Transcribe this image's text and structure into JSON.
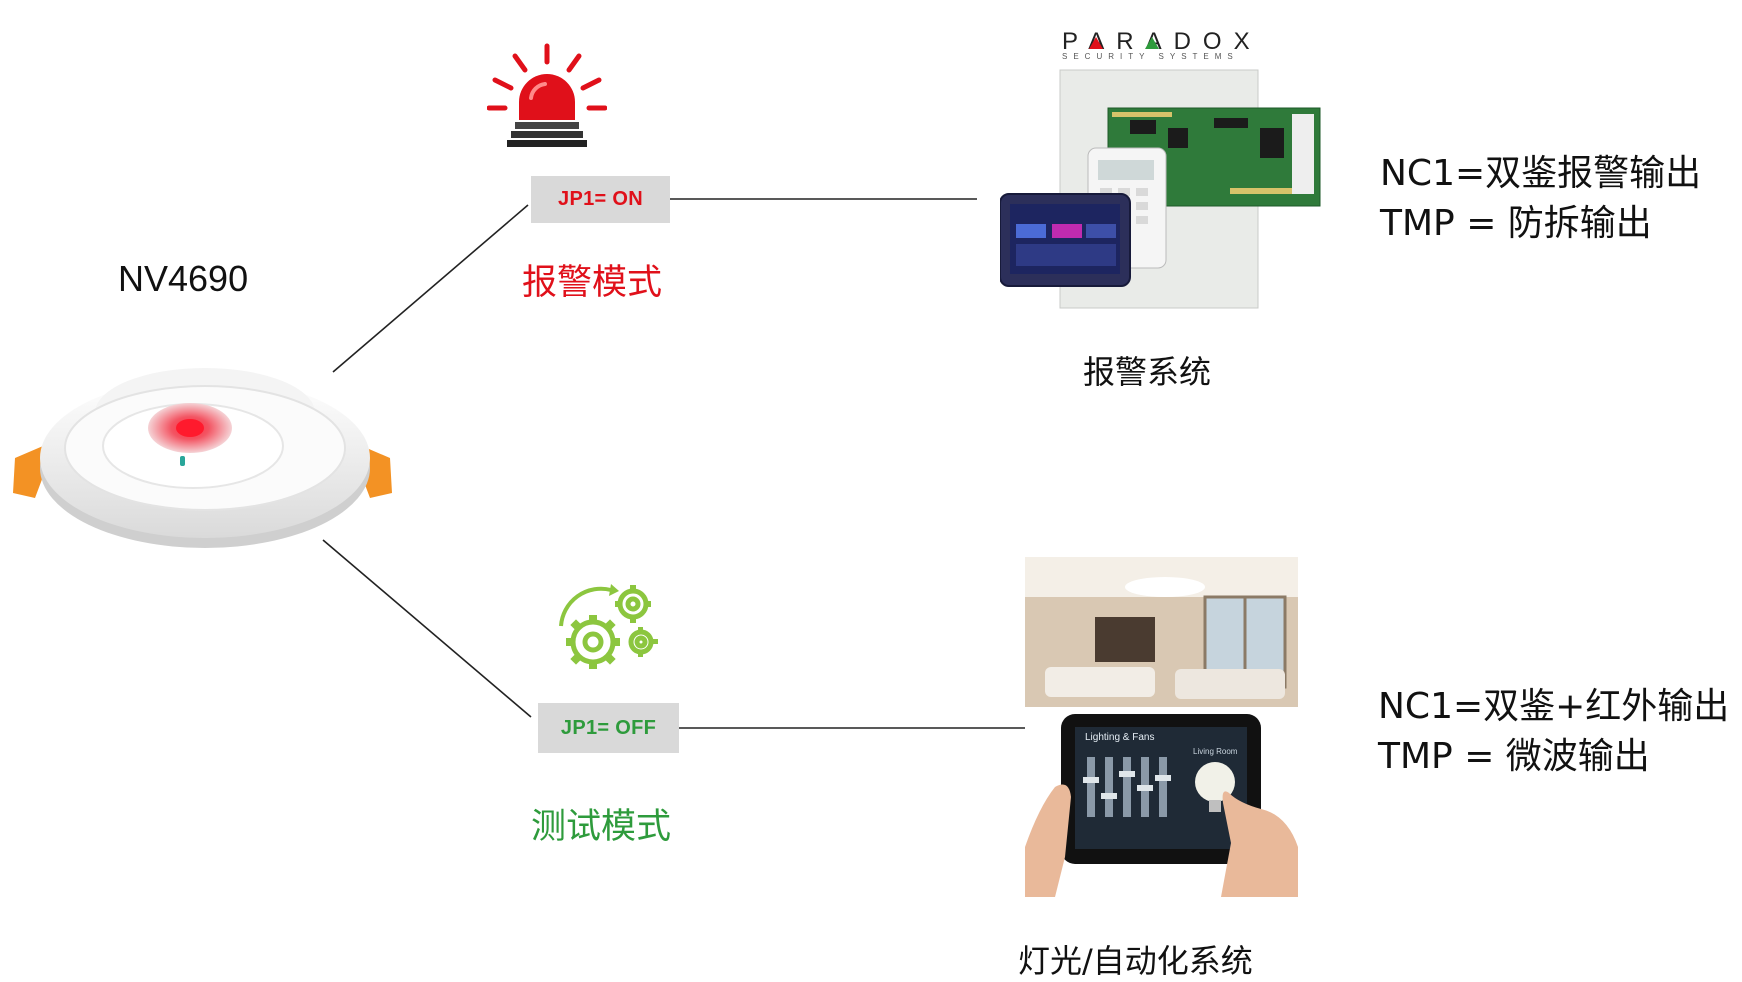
{
  "device": {
    "label": "NV4690"
  },
  "alarm_branch": {
    "jumper": "JP1= ON",
    "mode": "报警模式",
    "system_caption": "报警系统",
    "brand": "PARADOX",
    "brand_sub": "SECURITY SYSTEMS",
    "outputs": [
      "NC1=双鉴报警输出",
      "TMP = 防拆输出"
    ]
  },
  "test_branch": {
    "jumper": "JP1= OFF",
    "mode": "测试模式",
    "system_caption": "灯光/自动化系统",
    "tablet_title": "Lighting & Fans",
    "tablet_room": "Living Room",
    "outputs": [
      "NC1=双鉴+红外输出",
      "TMP = 微波输出"
    ]
  },
  "colors": {
    "alarm": "#e0101a",
    "test": "#2e9b3c",
    "jumper_bg": "#d9d9d9",
    "gear": "#8cc63f",
    "connector": "#f39224"
  },
  "icons": {
    "alarm": "siren-icon",
    "test": "gears-icon"
  }
}
